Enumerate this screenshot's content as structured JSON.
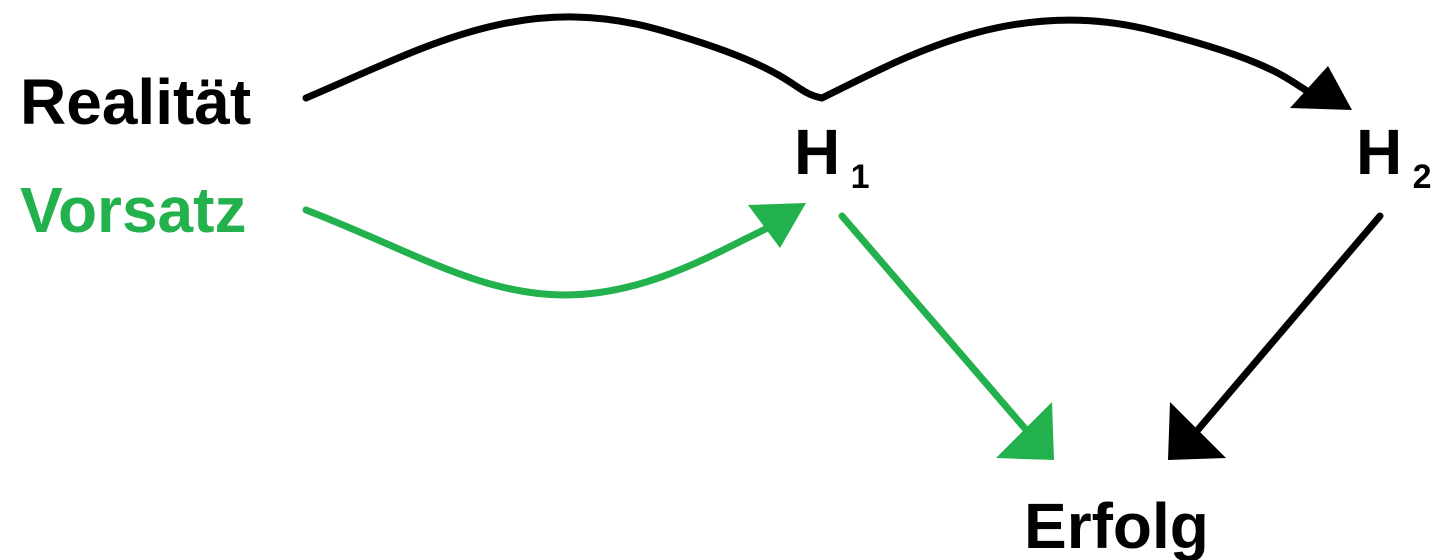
{
  "labels": {
    "realitaet": "Realität",
    "vorsatz": "Vorsatz",
    "h1_base": "H",
    "h1_sub": "1",
    "h2_base": "H",
    "h2_sub": "2",
    "erfolg": "Erfolg"
  },
  "colors": {
    "black": "#000000",
    "green": "#22b14c"
  }
}
